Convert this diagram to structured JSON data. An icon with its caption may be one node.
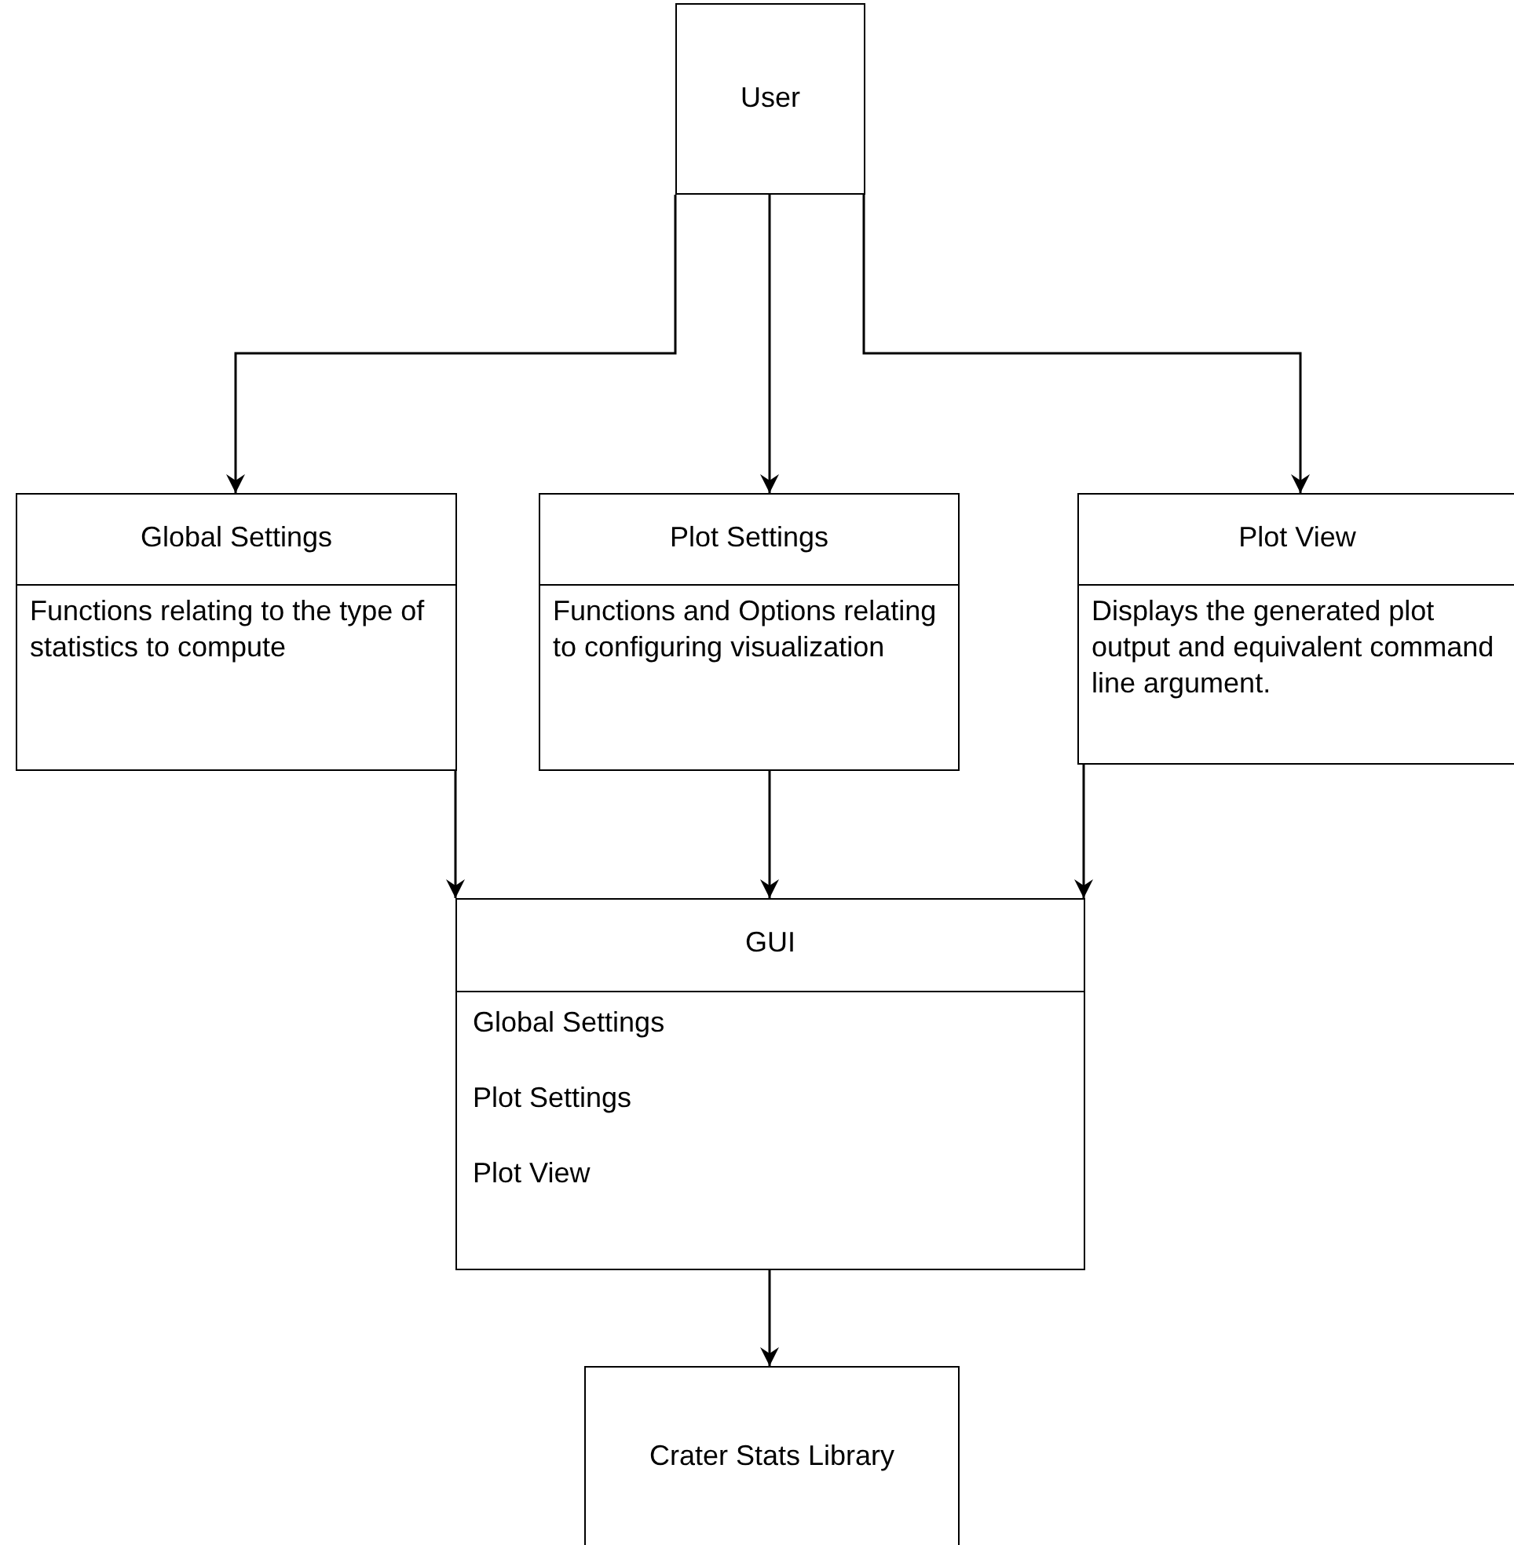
{
  "diagram": {
    "nodes": [
      {
        "text": [
          "User"
        ]
      },
      {
        "text": [
          "Global Settings",
          "Functions relating to the type of statistics to compute"
        ]
      },
      {
        "text": [
          "Plot Settings",
          "Functions and Options relating to configuring visualization"
        ]
      },
      {
        "text": [
          "Plot View",
          "Displays the generated plot output and equivalent command line argument."
        ]
      },
      {
        "text": [
          "GUI",
          "Global Settings",
          "Plot Settings",
          "Plot View"
        ]
      },
      {
        "text": [
          "Crater Stats Library"
        ]
      }
    ],
    "edges": [
      {
        "from": 0,
        "to": 1,
        "arrow": "to"
      },
      {
        "from": 0,
        "to": 2,
        "arrow": "to"
      },
      {
        "from": 0,
        "to": 3,
        "arrow": "to"
      },
      {
        "from": 1,
        "to": 4,
        "arrow": "to"
      },
      {
        "from": 2,
        "to": 4,
        "arrow": "to"
      },
      {
        "from": 3,
        "to": 4,
        "arrow": "to"
      },
      {
        "from": 4,
        "to": 5,
        "arrow": "to"
      }
    ]
  }
}
